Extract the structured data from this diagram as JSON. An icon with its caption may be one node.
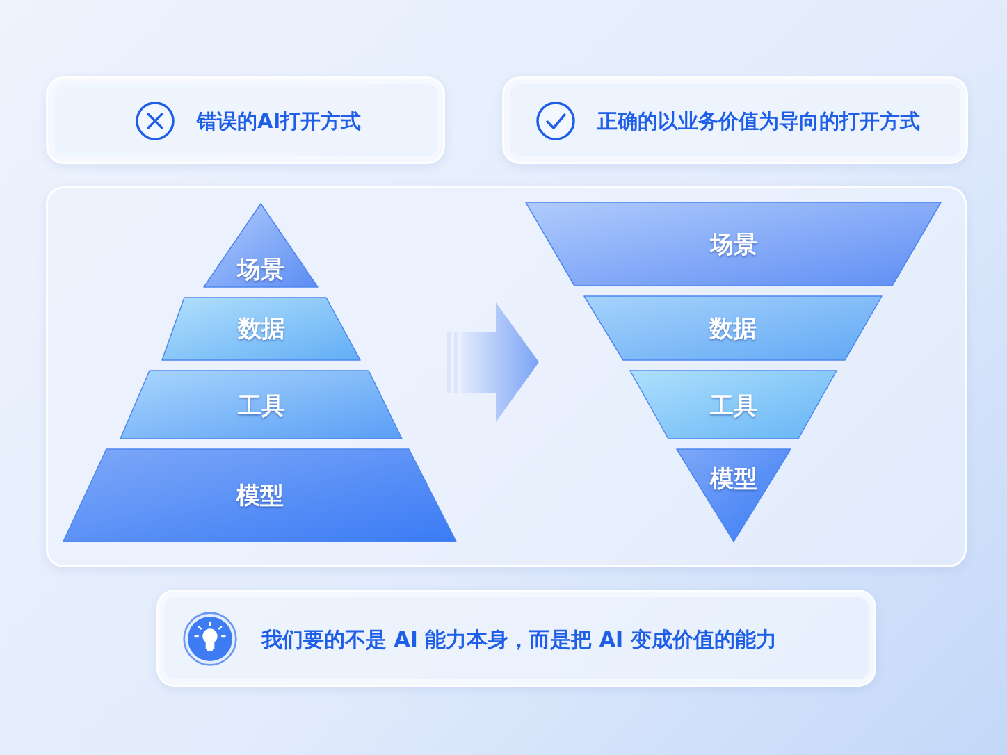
{
  "diagram": {
    "nodes": [
      {
        "text": [
          "错误的AI打开方式"
        ]
      },
      {
        "text": [
          "正确的以业务价值为导向的打开方式"
        ]
      },
      {
        "text": [],
        "shape": "box"
      },
      {
        "text": [
          "场景"
        ],
        "in": 2
      },
      {
        "text": [
          "数据"
        ],
        "in": 2
      },
      {
        "text": [
          "工具"
        ],
        "in": 2
      },
      {
        "text": [
          "模型"
        ],
        "in": 2
      },
      {
        "text": [
          "场景"
        ],
        "in": 2
      },
      {
        "text": [
          "数据"
        ],
        "in": 2
      },
      {
        "text": [
          "工具"
        ],
        "in": 2
      },
      {
        "text": [
          "模型"
        ],
        "in": 2
      },
      {
        "text": [
          "我们要的不是 AI 能力本身，而是把 AI 变成价值的能力"
        ]
      }
    ]
  }
}
